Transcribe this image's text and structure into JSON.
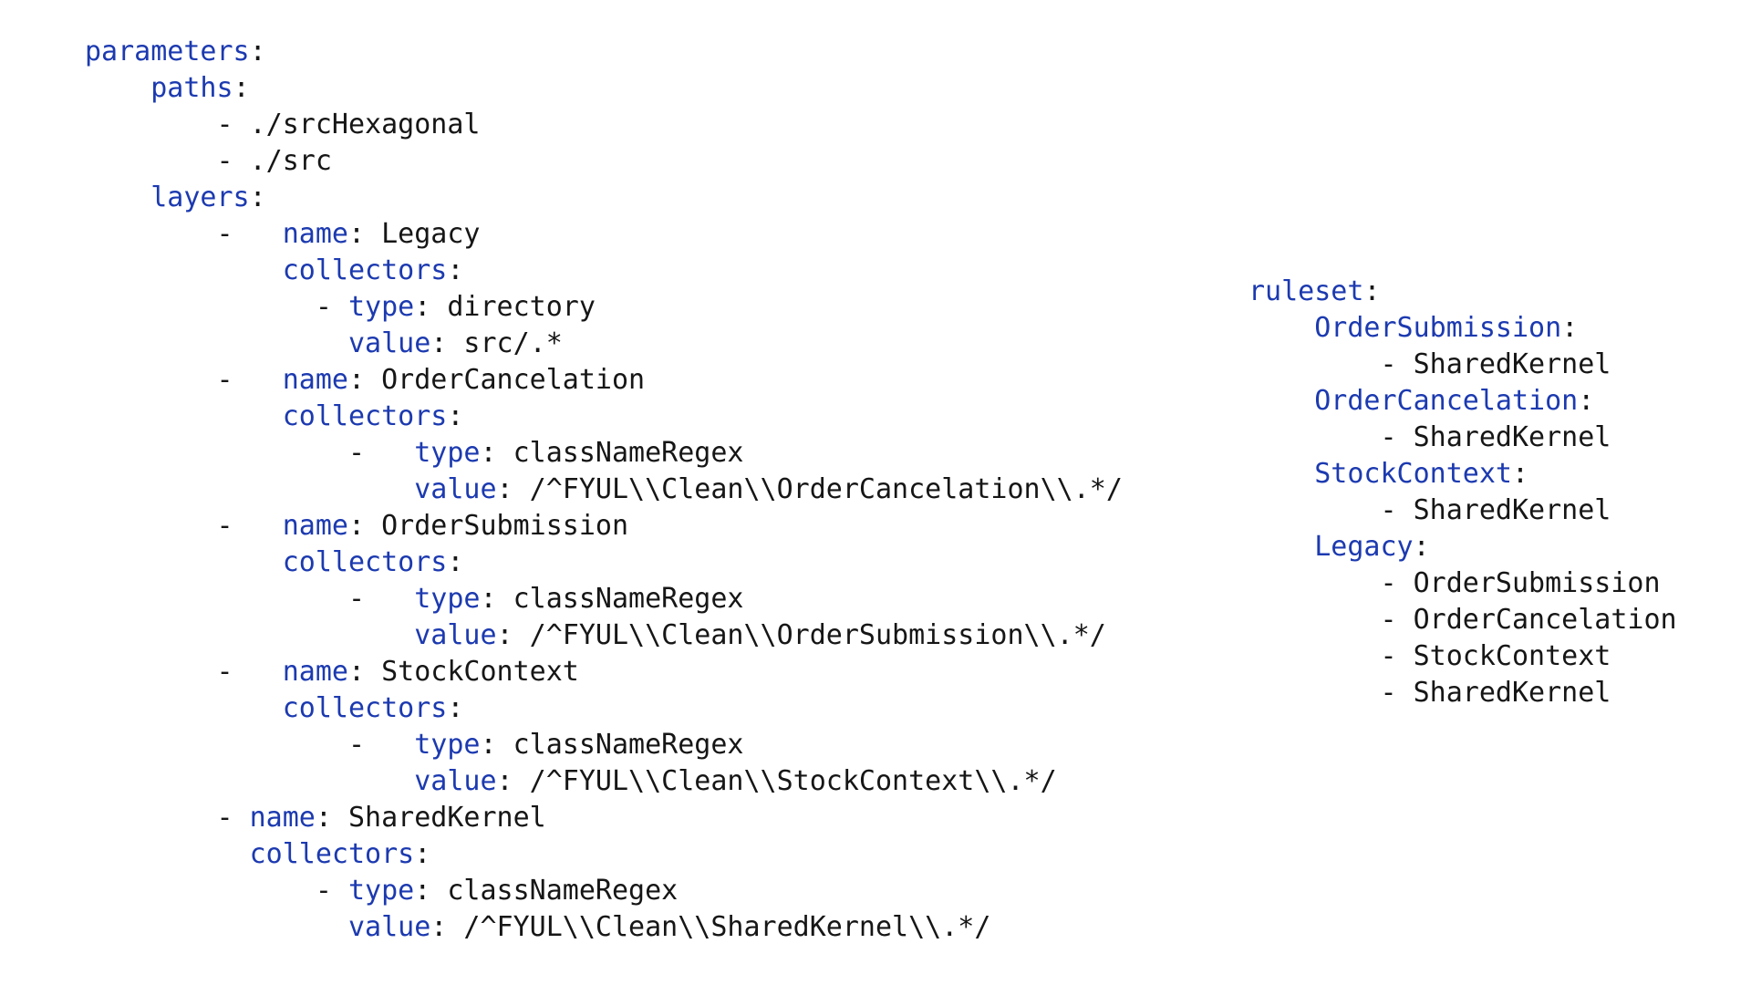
{
  "page": {
    "background": "#ffffff",
    "description": "YAML configuration snippet (deptrac-style layers and ruleset)"
  },
  "colors": {
    "key_blue": "#1c3ab0",
    "value_black": "#161616",
    "background": "#ffffff"
  },
  "left_block": {
    "lines": [
      [
        {
          "t": "parameters",
          "c": "k"
        },
        {
          "t": ":"
        }
      ],
      [
        {
          "t": "    "
        },
        {
          "t": "paths",
          "c": "k"
        },
        {
          "t": ":"
        }
      ],
      [
        {
          "t": "        - ./srcHexagonal"
        }
      ],
      [
        {
          "t": "        - ./src"
        }
      ],
      [
        {
          "t": "    "
        },
        {
          "t": "layers",
          "c": "k"
        },
        {
          "t": ":"
        }
      ],
      [
        {
          "t": "        -   "
        },
        {
          "t": "name",
          "c": "k"
        },
        {
          "t": ": Legacy"
        }
      ],
      [
        {
          "t": "            "
        },
        {
          "t": "collectors",
          "c": "k"
        },
        {
          "t": ":"
        }
      ],
      [
        {
          "t": "              - "
        },
        {
          "t": "type",
          "c": "k"
        },
        {
          "t": ": directory"
        }
      ],
      [
        {
          "t": "                "
        },
        {
          "t": "value",
          "c": "k"
        },
        {
          "t": ": src/.*"
        }
      ],
      [
        {
          "t": "        -   "
        },
        {
          "t": "name",
          "c": "k"
        },
        {
          "t": ": OrderCancelation"
        }
      ],
      [
        {
          "t": "            "
        },
        {
          "t": "collectors",
          "c": "k"
        },
        {
          "t": ":"
        }
      ],
      [
        {
          "t": "                -   "
        },
        {
          "t": "type",
          "c": "k"
        },
        {
          "t": ": classNameRegex"
        }
      ],
      [
        {
          "t": "                    "
        },
        {
          "t": "value",
          "c": "k"
        },
        {
          "t": ": /^FYUL\\\\Clean\\\\OrderCancelation\\\\.*/"
        }
      ],
      [
        {
          "t": "        -   "
        },
        {
          "t": "name",
          "c": "k"
        },
        {
          "t": ": OrderSubmission"
        }
      ],
      [
        {
          "t": "            "
        },
        {
          "t": "collectors",
          "c": "k"
        },
        {
          "t": ":"
        }
      ],
      [
        {
          "t": "                -   "
        },
        {
          "t": "type",
          "c": "k"
        },
        {
          "t": ": classNameRegex"
        }
      ],
      [
        {
          "t": "                    "
        },
        {
          "t": "value",
          "c": "k"
        },
        {
          "t": ": /^FYUL\\\\Clean\\\\OrderSubmission\\\\.*/"
        }
      ],
      [
        {
          "t": "        -   "
        },
        {
          "t": "name",
          "c": "k"
        },
        {
          "t": ": StockContext"
        }
      ],
      [
        {
          "t": "            "
        },
        {
          "t": "collectors",
          "c": "k"
        },
        {
          "t": ":"
        }
      ],
      [
        {
          "t": "                -   "
        },
        {
          "t": "type",
          "c": "k"
        },
        {
          "t": ": classNameRegex"
        }
      ],
      [
        {
          "t": "                    "
        },
        {
          "t": "value",
          "c": "k"
        },
        {
          "t": ": /^FYUL\\\\Clean\\\\StockContext\\\\.*/"
        }
      ],
      [
        {
          "t": "        - "
        },
        {
          "t": "name",
          "c": "k"
        },
        {
          "t": ": SharedKernel"
        }
      ],
      [
        {
          "t": "          "
        },
        {
          "t": "collectors",
          "c": "k"
        },
        {
          "t": ":"
        }
      ],
      [
        {
          "t": "              - "
        },
        {
          "t": "type",
          "c": "k"
        },
        {
          "t": ": classNameRegex"
        }
      ],
      [
        {
          "t": "                "
        },
        {
          "t": "value",
          "c": "k"
        },
        {
          "t": ": /^FYUL\\\\Clean\\\\SharedKernel\\\\.*/"
        }
      ]
    ]
  },
  "right_block": {
    "lines": [
      [
        {
          "t": "ruleset",
          "c": "k"
        },
        {
          "t": ":"
        }
      ],
      [
        {
          "t": "    "
        },
        {
          "t": "OrderSubmission",
          "c": "k"
        },
        {
          "t": ":"
        }
      ],
      [
        {
          "t": "        - SharedKernel"
        }
      ],
      [
        {
          "t": "    "
        },
        {
          "t": "OrderCancelation",
          "c": "k"
        },
        {
          "t": ":"
        }
      ],
      [
        {
          "t": "        - SharedKernel"
        }
      ],
      [
        {
          "t": "    "
        },
        {
          "t": "StockContext",
          "c": "k"
        },
        {
          "t": ":"
        }
      ],
      [
        {
          "t": "        - SharedKernel"
        }
      ],
      [
        {
          "t": "    "
        },
        {
          "t": "Legacy",
          "c": "k"
        },
        {
          "t": ":"
        }
      ],
      [
        {
          "t": "        - OrderSubmission"
        }
      ],
      [
        {
          "t": "        - OrderCancelation"
        }
      ],
      [
        {
          "t": "        - StockContext"
        }
      ],
      [
        {
          "t": "        - SharedKernel"
        }
      ]
    ]
  }
}
